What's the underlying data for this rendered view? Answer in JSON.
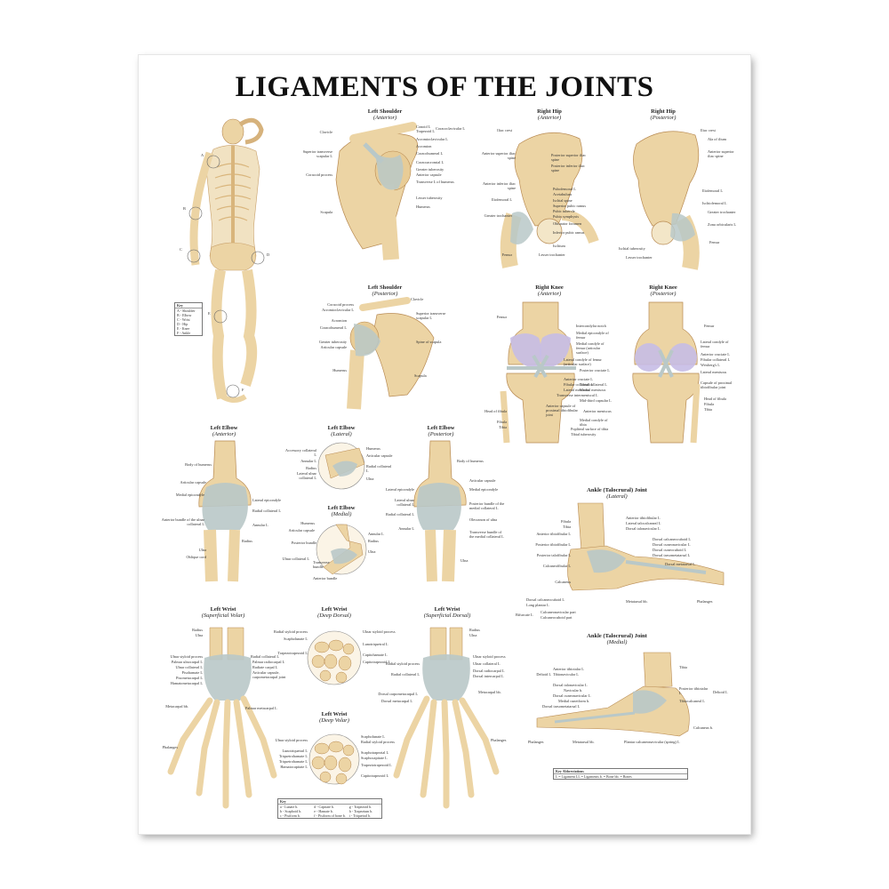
{
  "title": "LIGAMENTS OF THE JOINTS",
  "panels": {
    "shoulder_anterior": {
      "title": "Left Shoulder",
      "subtitle": "(Anterior)",
      "labels_left": [
        "Clavicle",
        "Superior transverse scapular L",
        "Coracoid process",
        "Scapula"
      ],
      "labels_right": [
        "Conoid L",
        "Trapezoid L",
        "Coracoclavicular L",
        "Acromioclavicular L",
        "Acromion",
        "Coracohumeral L",
        "Coracoacromial L",
        "Greater tuberosity",
        "Anterior capsule",
        "Transverse L of humerus",
        "Lesser tuberosity",
        "Humerus"
      ]
    },
    "hip_anterior": {
      "title": "Right Hip",
      "subtitle": "(Anterior)",
      "labels_left": [
        "Iliac crest",
        "Anterior superior iliac spine",
        "Anterior inferior iliac spine",
        "Iliofemoral L",
        "Greater trochanter",
        "Femur"
      ],
      "labels_right": [
        "Posterior superior iliac spine",
        "Posterior inferior iliac spine",
        "Pubofemoral L",
        "Acetabulum",
        "Ischial spine",
        "Superior pubic ramus",
        "Pubic tubercle",
        "Pubic symphysis",
        "Obturator foramen",
        "Inferior pubic ramus",
        "Ischium",
        "Lesser trochanter"
      ]
    },
    "hip_posterior": {
      "title": "Right Hip",
      "subtitle": "(Posterior)",
      "labels_right": [
        "Iliac crest",
        "Ala of ilium",
        "Anterior superior iliac spine",
        "Iliofemoral L",
        "Ischiofemoral L",
        "Greater trochanter",
        "Zona orbicularis L",
        "Femur"
      ],
      "labels_bottom": [
        "Ischial tuberosity",
        "Lesser trochanter"
      ]
    },
    "shoulder_posterior": {
      "title": "Left Shoulder",
      "subtitle": "(Posterior)",
      "labels_left": [
        "Coracoid process",
        "Acromioclavicular L",
        "Acromion",
        "Coracohumeral L",
        "Greater tuberosity",
        "Articular capsule",
        "Humerus"
      ],
      "labels_right": [
        "Clavicle",
        "Superior transverse scapular L",
        "Spine of scapula",
        "Scapula"
      ]
    },
    "knee_anterior": {
      "title": "Right Knee",
      "subtitle": "(Anterior)",
      "labels_left": [
        "Femur",
        "Head of fibula",
        "Fibula",
        "Tibia"
      ],
      "labels_right": [
        "Intercondylar notch",
        "Medial epicondyle of femur",
        "Medial condyle of femur (articular surface)",
        "Lateral condyle of femur (articular surface)",
        "Posterior cruciate L",
        "Anterior cruciate L",
        "Fibular collateral L",
        "Tibial collateral L",
        "Lateral meniscus",
        "Medial meniscus",
        "Transverse intermeniscal L",
        "Mid-third capsular L",
        "Anterior capsule of proximal tibiofibular joint",
        "Anterior meniscus",
        "Medial condyle of tibia",
        "Popliteal surface of tibia",
        "Tibial tuberosity"
      ]
    },
    "knee_posterior": {
      "title": "Right Knee",
      "subtitle": "(Posterior)",
      "labels_right": [
        "Femur",
        "Lateral condyle of femur",
        "Anterior cruciate L",
        "Fibular collateral L",
        "Wrisberg's L",
        "Lateral meniscus",
        "Capsule of proximal tibiofibular joint",
        "Head of fibula",
        "Fibula",
        "Tibia"
      ]
    },
    "elbow_anterior": {
      "title": "Left Elbow",
      "subtitle": "(Anterior)",
      "labels_left": [
        "Body of humerus",
        "Articular capsule",
        "Medial epicondyle",
        "Anterior bundle of the ulnar collateral L",
        "Ulna",
        "Oblique cord"
      ],
      "labels_right": [
        "Lateral epicondyle",
        "Radial collateral L",
        "Annular L",
        "Radius"
      ]
    },
    "elbow_lateral": {
      "title": "Left Elbow",
      "subtitle": "(Lateral)",
      "labels_left": [
        "Accessory collateral L",
        "Annular L",
        "Radius",
        "Lateral ulnar collateral L"
      ],
      "labels_right": [
        "Humerus",
        "Articular capsule",
        "Radial collateral L",
        "Ulna"
      ]
    },
    "elbow_medial": {
      "title": "Left Elbow",
      "subtitle": "(Medial)",
      "labels_left": [
        "Humerus",
        "Articular capsule",
        "Posterior bundle",
        "Ulnar collateral L",
        "Transverse bundle",
        "Anterior bundle"
      ],
      "labels_right": [
        "Annular L",
        "Radius",
        "Ulna"
      ]
    },
    "elbow_posterior": {
      "title": "Left Elbow",
      "subtitle": "(Posterior)",
      "labels_left": [
        "Lateral epicondyle",
        "Lateral ulnar collateral L",
        "Radial collateral L",
        "Annular L"
      ],
      "labels_right": [
        "Body of humerus",
        "Articular capsule",
        "Medial epicondyle",
        "Posterior bundle of the medial collateral L",
        "Olecranon of ulna",
        "Transverse bundle of the medial collateral L",
        "Ulna"
      ]
    },
    "ankle_lateral": {
      "title": "Ankle (Talocrural) Joint",
      "subtitle": "(Lateral)",
      "labels_left": [
        "Fibula",
        "Tibia",
        "Anterior tibiofibular L",
        "Posterior tibiofibular L",
        "Posterior talofibular L",
        "Calcaneofibular L",
        "Calcaneus",
        "Dorsal calcaneocuboid L",
        "Long plantar L",
        "Bifurcate L"
      ],
      "labels_right": [
        "Anterior tibiofibular L",
        "Lateral talocalcaneal L",
        "Dorsal talonavicular L",
        "Dorsal calcaneocuboid L",
        "Dorsal cuneonavicular L",
        "Dorsal cuneocuboid L",
        "Dorsal tarsometatarsal L",
        "Dorsal metatarsal L",
        "Metatarsal bb.",
        "Phalanges"
      ],
      "labels_bottom": [
        "Calcaneonavicular part",
        "Calcaneocuboid part"
      ]
    },
    "ankle_medial": {
      "title": "Ankle (Talocrural) Joint",
      "subtitle": "(Medial)",
      "labels_left": [
        "Deltoid L",
        "Anterior tibiotalar L",
        "Tibionavicular L",
        "Dorsal talonavicular L",
        "Navicular b.",
        "Dorsal cuneonavicular L",
        "Medial cuneiform b.",
        "Dorsal tarsometatarsal L",
        "Phalanges",
        "Metatarsal bb."
      ],
      "labels_right": [
        "Tibia",
        "Posterior tibiotalar L",
        "Tibiocalcaneal L",
        "Deltoid L",
        "Calcaneus b.",
        "Plantar calcaneonavicular (spring) L"
      ]
    },
    "wrist_superficial_volar": {
      "title": "Left Wrist",
      "subtitle": "(Superficial Volar)",
      "labels_left": [
        "Radius",
        "Ulna",
        "Ulnar styloid process",
        "Palmar ulnocarpal L",
        "Ulnar collateral L",
        "Pisohamate L",
        "Pisometacarpal L",
        "Hamatometacarpal L",
        "Metacarpal bb.",
        "Phalanges"
      ],
      "labels_right": [
        "Radial collateral L",
        "Palmar radiocarpal L",
        "Radiate carpal L",
        "Articular capsule, carpometacarpal joint",
        "Palmar metacarpal L"
      ]
    },
    "wrist_deep_dorsal": {
      "title": "Left Wrist",
      "subtitle": "(Deep Dorsal)",
      "labels_left": [
        "Radial styloid process",
        "Scapholunate L",
        "Trapezotrapezoid L"
      ],
      "labels_right": [
        "Ulnar styloid process",
        "Lunotriquetral L",
        "Capitohamate L",
        "Capitotrapezoid L"
      ]
    },
    "wrist_deep_volar": {
      "title": "Left Wrist",
      "subtitle": "(Deep Volar)",
      "labels_left": [
        "Ulnar styloid process",
        "Lunotriquetral L",
        "Triquetrohamate L",
        "Triquetrohamate L",
        "Hamatocapitate L"
      ],
      "labels_right": [
        "Scapholunate L",
        "Radial styloid process",
        "Scaphotrapezial L",
        "Scaphocapitate L",
        "Trapeziotrapezoid L",
        "Capitotrapezoid L"
      ]
    },
    "wrist_superficial_dorsal": {
      "title": "Left Wrist",
      "subtitle": "(Superficial Dorsal)",
      "labels_left": [
        "Radial styloid process",
        "Radial collateral L",
        "Dorsal carpometacarpal L",
        "Dorsal metacarpal L"
      ],
      "labels_right": [
        "Radius",
        "Ulna",
        "Ulnar styloid process",
        "Ulnar collateral L",
        "Dorsal radiocarpal L",
        "Dorsal intercarpal L",
        "Metacarpal bb.",
        "Phalanges"
      ]
    }
  },
  "body_key": {
    "title": "Key",
    "items": [
      "A - Shoulder",
      "B - Elbow",
      "C - Wrist",
      "D - Hip",
      "E - Knee",
      "F - Ankle"
    ]
  },
  "body_markers": [
    "A",
    "B",
    "C",
    "D",
    "E",
    "F"
  ],
  "wrist_key": {
    "title": "Key",
    "items": [
      "a - Lunate b.",
      "b - Scaphoid b.",
      "c - Pisiform b.",
      "d - Capitate b.",
      "e - Hamate b.",
      "f - Pisiform of bone b.",
      "g - Trapezoid b.",
      "h - Trapezium b.",
      "i - Triquetral b."
    ]
  },
  "abbreviations": {
    "title": "Key Abbreviations",
    "text": "L = Ligament    LL = Ligaments    b. = Bone    bb. = Bones"
  },
  "colors": {
    "bone": "#ecd4a4",
    "bone_shade": "#cfa56a",
    "ligament": "#b9c8c8",
    "cartilage": "#c7bde6",
    "text": "#222222",
    "line": "#666666"
  }
}
